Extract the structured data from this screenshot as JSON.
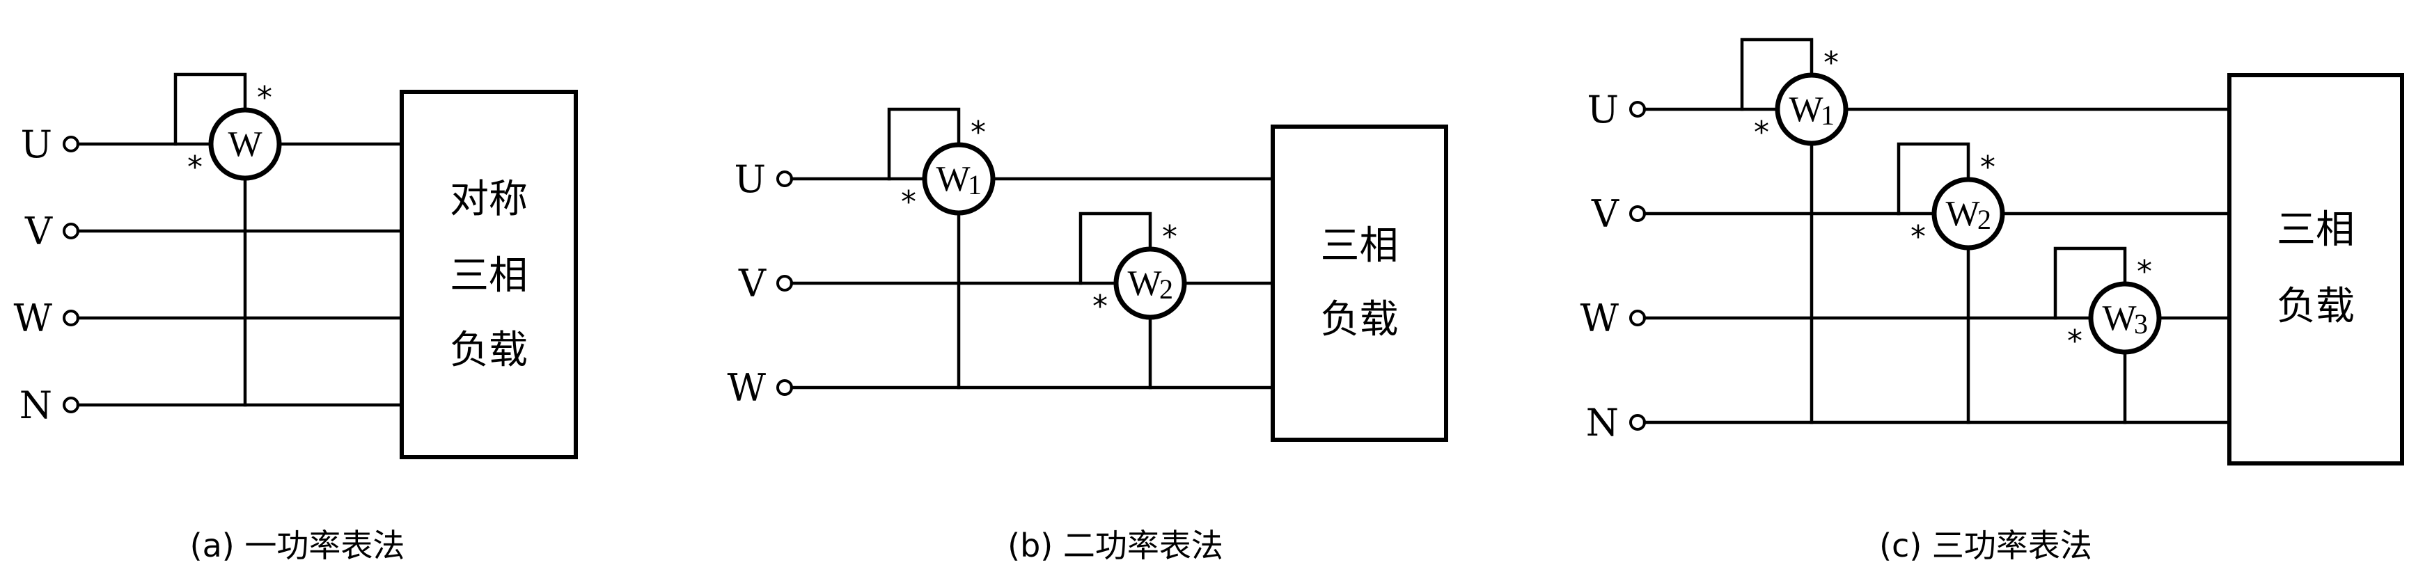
{
  "panels": [
    {
      "id": "a",
      "caption": "(a) 一功率表法",
      "lines": [
        "U",
        "V",
        "W",
        "N"
      ],
      "meters": [
        {
          "label": "W",
          "sub": "",
          "line": "U",
          "ref_line": "N",
          "polarity_mark": "*"
        }
      ],
      "load_text": [
        "对称",
        "三相",
        "负载"
      ]
    },
    {
      "id": "b",
      "caption": "(b) 二功率表法",
      "lines": [
        "U",
        "V",
        "W"
      ],
      "meters": [
        {
          "label": "W",
          "sub": "1",
          "line": "U",
          "ref_line": "W",
          "polarity_mark": "*"
        },
        {
          "label": "W",
          "sub": "2",
          "line": "V",
          "ref_line": "W",
          "polarity_mark": "*"
        }
      ],
      "load_text": [
        "三相",
        "负载"
      ]
    },
    {
      "id": "c",
      "caption": "(c) 三功率表法",
      "lines": [
        "U",
        "V",
        "W",
        "N"
      ],
      "meters": [
        {
          "label": "W",
          "sub": "1",
          "line": "U",
          "ref_line": "N",
          "polarity_mark": "*"
        },
        {
          "label": "W",
          "sub": "2",
          "line": "V",
          "ref_line": "N",
          "polarity_mark": "*"
        },
        {
          "label": "W",
          "sub": "3",
          "line": "W",
          "ref_line": "N",
          "polarity_mark": "*"
        }
      ],
      "load_text": [
        "三相",
        "负载"
      ]
    }
  ],
  "colors": {
    "stroke": "#000000",
    "background": "#ffffff"
  }
}
